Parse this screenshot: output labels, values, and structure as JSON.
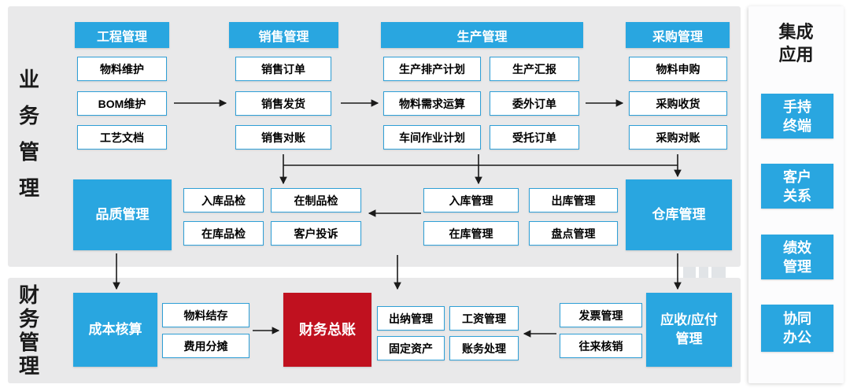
{
  "business": {
    "label": "业务管理",
    "groups": [
      {
        "title": "工程管理",
        "items": [
          "物料维护",
          "BOM维护",
          "工艺文档"
        ]
      },
      {
        "title": "销售管理",
        "items": [
          "销售订单",
          "销售发货",
          "销售对账"
        ]
      },
      {
        "title": "生产管理",
        "col1": [
          "生产排产计划",
          "物料需求运算",
          "车间作业计划"
        ],
        "col2": [
          "生产汇报",
          "委外订单",
          "受托订单"
        ]
      },
      {
        "title": "采购管理",
        "items": [
          "物料申购",
          "采购收货",
          "采购对账"
        ]
      }
    ],
    "quality": {
      "title": "品质管理",
      "items": [
        "入库品检",
        "在制品检",
        "在库品检",
        "客户投诉"
      ]
    },
    "warehouse": {
      "title": "仓库管理",
      "items": [
        "入库管理",
        "出库管理",
        "在库管理",
        "盘点管理"
      ]
    }
  },
  "finance": {
    "label": "财务管理",
    "cost": {
      "title": "成本核算",
      "items": [
        "物料结存",
        "费用分摊"
      ]
    },
    "ledger": {
      "title": "财务总账",
      "items": [
        "出纳管理",
        "工资管理",
        "固定资产",
        "账务处理"
      ]
    },
    "payable": {
      "title": "应收/应付\n管理",
      "items": [
        "发票管理",
        "往来核销"
      ]
    }
  },
  "integration": {
    "title": "集成\n应用",
    "items": [
      "手持\n终端",
      "客户\n关系",
      "绩效\n管理",
      "协同\n办公"
    ]
  },
  "colors": {
    "blue": "#29a6e0",
    "red": "#c0111f",
    "panel": "#e9e9ea"
  }
}
